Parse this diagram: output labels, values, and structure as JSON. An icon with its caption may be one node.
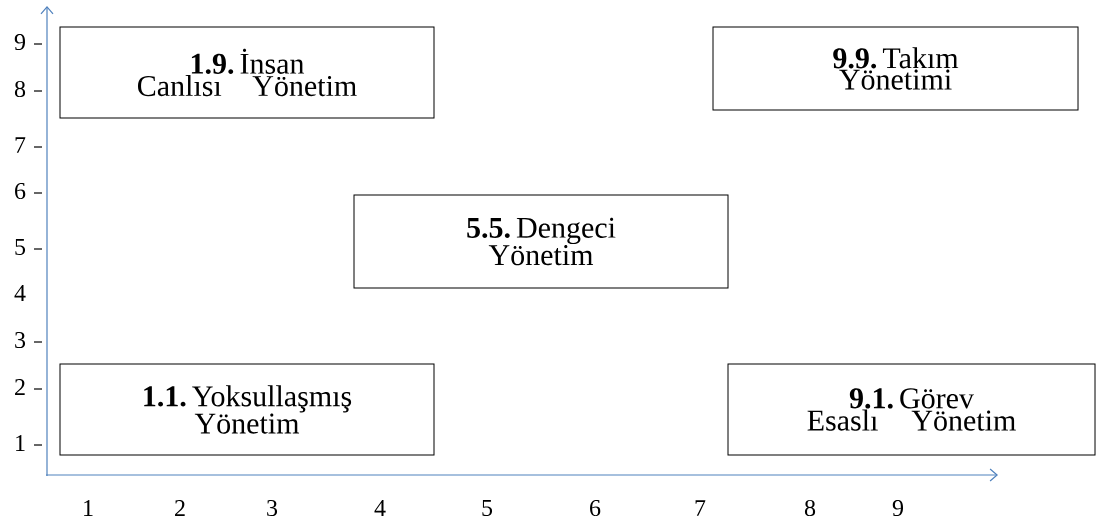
{
  "diagram": {
    "nodes": [
      {
        "text": [
          "**1.9.** İnsan Canlısı Yönetim"
        ]
      },
      {
        "text": [
          "**9.9.** Takım Yönetimi"
        ]
      },
      {
        "text": [
          "**5.5.** Dengeci Yönetim"
        ]
      },
      {
        "text": [
          "**1.1.** Yoksullaşmış Yönetim"
        ]
      },
      {
        "text": [
          "**9.1.** Görev Esaslı Yönetim"
        ]
      }
    ],
    "labels": [
      "9",
      "8",
      "7",
      "6",
      "5",
      "4",
      "3",
      "2",
      "1",
      "1",
      "2",
      "3",
      "4",
      "5",
      "6",
      "7",
      "8",
      "9"
    ]
  }
}
